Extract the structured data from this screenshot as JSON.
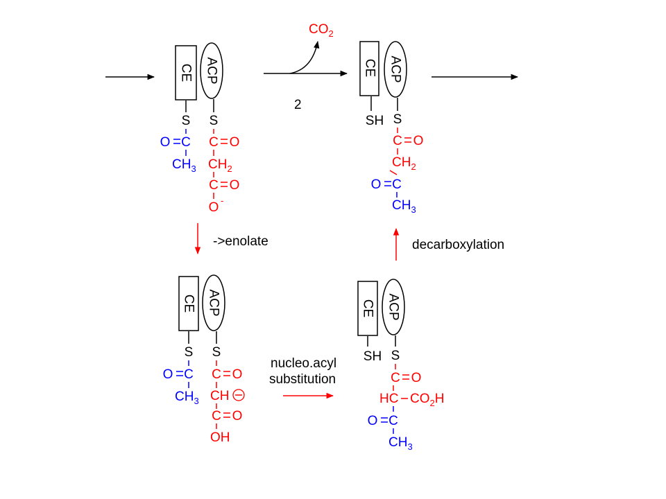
{
  "colors": {
    "black": "#000000",
    "red": "#ff0000",
    "blue": "#0000ff"
  },
  "labels": {
    "ce": "CE",
    "acp": "ACP",
    "co2_main": "CO",
    "co2_sub": "2",
    "step_number": "2",
    "enolate": "->enolate",
    "decarboxylation": "decarboxylation",
    "nucleo_line1": "nucleo.acyl",
    "nucleo_line2": "substitution"
  },
  "atoms": {
    "s": "S",
    "sh": "SH",
    "o": "O",
    "c": "C",
    "ch": "CH",
    "hc": "HC",
    "oh": "OH",
    "o_minus_charge": "-",
    "minus_circle": "−",
    "co2h_main": "CO",
    "co2h_sub": "2",
    "co2h_tail": "H",
    "two": "2",
    "three": "3"
  }
}
